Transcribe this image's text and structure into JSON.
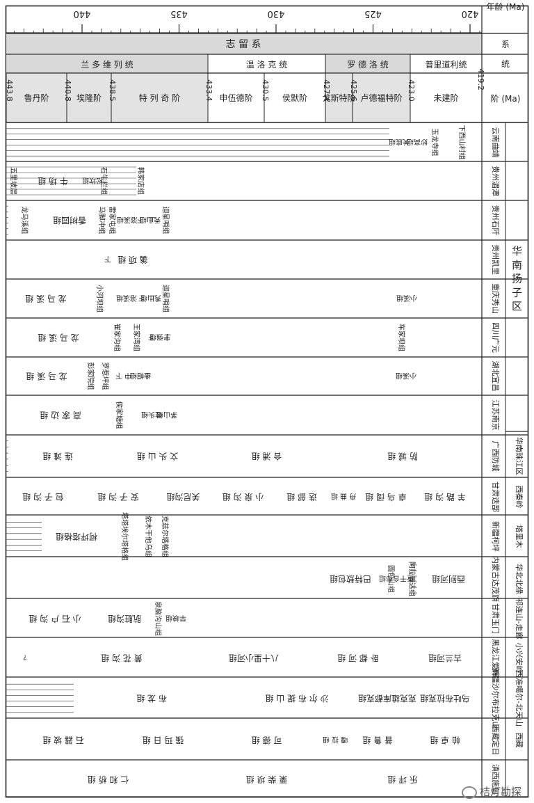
{
  "headers": {
    "age": "年龄 (Ma)",
    "system": "系",
    "series": "统",
    "stage": "阶 (Ma)"
  },
  "age_ticks": [
    "440",
    "435",
    "430",
    "425",
    "420"
  ],
  "system_name": "志 留 系",
  "series_names": [
    {
      "name": "普里道利统"
    },
    {
      "name": "罗 德 洛 统"
    },
    {
      "name": "温 洛 克 统"
    },
    {
      "name": "兰 多 维 列 统"
    }
  ],
  "stages": [
    {
      "name": "未建阶"
    },
    {
      "name": "卢德福特阶"
    },
    {
      "name": "戈斯特阶"
    },
    {
      "name": "侯默阶"
    },
    {
      "name": "申伍德阶"
    },
    {
      "name": "特 列 奇 阶"
    },
    {
      "name": "埃隆阶"
    },
    {
      "name": "鲁丹阶"
    }
  ],
  "stage_boundaries": [
    "419.2",
    "423.0",
    "425.6",
    "427.4",
    "430.5",
    "433.4",
    "438.5",
    "440.8",
    "443.8"
  ],
  "big_region": "华 南 扬 子 区",
  "regions": [
    {
      "name": "云南曲靖",
      "group": ""
    },
    {
      "name": "贵州湄潭",
      "group": ""
    },
    {
      "name": "贵州石阡",
      "group": ""
    },
    {
      "name": "贵州凯里",
      "group": ""
    },
    {
      "name": "重庆秀山",
      "group": ""
    },
    {
      "name": "四川广元",
      "group": ""
    },
    {
      "name": "湖北宜昌",
      "group": ""
    },
    {
      "name": "江苏南京",
      "group": ""
    },
    {
      "name": "广西防城",
      "group": "华南珠江区"
    },
    {
      "name": "甘肃迭部",
      "group": "西秦岭"
    },
    {
      "name": "新疆柯坪",
      "group": "塔里木"
    },
    {
      "name": "内蒙古达茂旗",
      "group": "华北北缘"
    },
    {
      "name": "甘肃玉门",
      "group": "祁连山-走廊"
    },
    {
      "name": "黑龙江爱辉",
      "group": "小兴安岭"
    },
    {
      "name": "新疆沙尔布拉克山",
      "group": "西准噶尔-北天山"
    },
    {
      "name": "西藏定日",
      "group": "西藏"
    },
    {
      "name": "滇西施甸",
      "group": ""
    }
  ],
  "formations": [
    {
      "row": 0,
      "name": "下西山村组"
    },
    {
      "row": 0,
      "name": "玉龙寺组"
    },
    {
      "row": 0,
      "name": "妙高组"
    },
    {
      "row": 0,
      "name": "关底组"
    },
    {
      "row": 1,
      "name": "韩家店组"
    },
    {
      "row": 1,
      "name": "石牛栏组"
    },
    {
      "row": 1,
      "name": "松坎组"
    },
    {
      "row": 1,
      "name": "牛 场 组"
    },
    {
      "row": 1,
      "name": "五里坡层"
    },
    {
      "row": 2,
      "name": "迴星哨组"
    },
    {
      "row": 2,
      "name": "上"
    },
    {
      "row": 2,
      "name": "秀山组"
    },
    {
      "row": 2,
      "name": "下"
    },
    {
      "row": 2,
      "name": "溶溪组"
    },
    {
      "row": 2,
      "name": "雷家屯组"
    },
    {
      "row": 2,
      "name": "马脚冲组"
    },
    {
      "row": 2,
      "name": "香树园组"
    },
    {
      "row": 2,
      "name": "龙马溪组"
    },
    {
      "row": 3,
      "name": "上"
    },
    {
      "row": 3,
      "name": "翁 项 组"
    },
    {
      "row": 3,
      "name": "下"
    },
    {
      "row": 4,
      "name": "小溪组"
    },
    {
      "row": 4,
      "name": "迴星哨组"
    },
    {
      "row": 4,
      "name": "上"
    },
    {
      "row": 4,
      "name": "秀山组"
    },
    {
      "row": 4,
      "name": "下"
    },
    {
      "row": 4,
      "name": "溶溪组"
    },
    {
      "row": 4,
      "name": "小河坝组"
    },
    {
      "row": 4,
      "name": "龙 马 溪 组"
    },
    {
      "row": 5,
      "name": "车家坝组"
    },
    {
      "row": 5,
      "name": "上"
    },
    {
      "row": 5,
      "name": "宁强组"
    },
    {
      "row": 5,
      "name": "下"
    },
    {
      "row": 5,
      "name": "王家湾组"
    },
    {
      "row": 5,
      "name": "崔家沟组"
    },
    {
      "row": 5,
      "name": "龙 马 溪 组"
    },
    {
      "row": 6,
      "name": "小溪组"
    },
    {
      "row": 6,
      "name": "上"
    },
    {
      "row": 6,
      "name": "纱帽组"
    },
    {
      "row": 6,
      "name": "中"
    },
    {
      "row": 6,
      "name": "下"
    },
    {
      "row": 6,
      "name": "罗惹坪组"
    },
    {
      "row": 6,
      "name": "彭家院组"
    },
    {
      "row": 6,
      "name": "龙 马 溪 组"
    },
    {
      "row": 7,
      "name": "茅山组"
    },
    {
      "row": 7,
      "name": "坟头组"
    },
    {
      "row": 7,
      "name": "侯家塘组"
    },
    {
      "row": 7,
      "name": "高 家 边 组"
    },
    {
      "row": 8,
      "name": "防 城 组"
    },
    {
      "row": 8,
      "name": "合 浦 组"
    },
    {
      "row": 8,
      "name": "文 头 山 组"
    },
    {
      "row": 8,
      "name": "连 滩 组"
    },
    {
      "row": 9,
      "name": "羊 路 沟 组"
    },
    {
      "row": 9,
      "name": "卓 乌 阔 组"
    },
    {
      "row": 9,
      "name": "舟 曲 组"
    },
    {
      "row": 9,
      "name": "迭 部 组"
    },
    {
      "row": 9,
      "name": "小 泉 沟 组"
    },
    {
      "row": 9,
      "name": "关尼沟组"
    },
    {
      "row": 9,
      "name": "安 子 沟 组"
    },
    {
      "row": 9,
      "name": "包 子 沟 组"
    },
    {
      "row": 10,
      "name": "克兹尔塔格组"
    },
    {
      "row": 10,
      "name": "依木干他乌组"
    },
    {
      "row": 10,
      "name": "塔塔埃尔塔格组"
    },
    {
      "row": 10,
      "name": "柯坪塔格组"
    },
    {
      "row": 11,
      "name": "西别河组"
    },
    {
      "row": 11,
      "name": "阿拉普达组"
    },
    {
      "row": 11,
      "name": "巴特敖包组"
    },
    {
      "row": 11,
      "name": "查干合布组"
    },
    {
      "row": 11,
      "name": "圆包山组"
    },
    {
      "row": 12,
      "name": "早峡组"
    },
    {
      "row": 12,
      "name": "泉脑沟山组"
    },
    {
      "row": 12,
      "name": "肮脏沟组"
    },
    {
      "row": 12,
      "name": "小 石 户 沟 组"
    },
    {
      "row": 13,
      "name": "古兰河组"
    },
    {
      "row": 13,
      "name": "卧 都 河 组"
    },
    {
      "row": 13,
      "name": "八十里小河组"
    },
    {
      "row": 13,
      "name": "黄 花 沟 组"
    },
    {
      "row": 13,
      "name": "?"
    },
    {
      "row": 14,
      "name": "乌吐布拉克组"
    },
    {
      "row": 14,
      "name": "克克雄库都克组"
    },
    {
      "row": 14,
      "name": "沙 尔 布 提 山 组"
    },
    {
      "row": 14,
      "name": "布 龙 组"
    },
    {
      "row": 15,
      "name": "帕 卓 组"
    },
    {
      "row": 15,
      "name": "普 鲁 组"
    },
    {
      "row": 15,
      "name": "嘎 拉 组"
    },
    {
      "row": 15,
      "name": "可 德 组"
    },
    {
      "row": 15,
      "name": "强 玛 日 组"
    },
    {
      "row": 15,
      "name": "石 器 坡 组"
    },
    {
      "row": 16,
      "name": "乐 坪 组"
    },
    {
      "row": 16,
      "name": "栗 柴 坝 组"
    },
    {
      "row": 16,
      "name": "仁 和 桥 组"
    }
  ],
  "watermark": "桔灯勘探"
}
